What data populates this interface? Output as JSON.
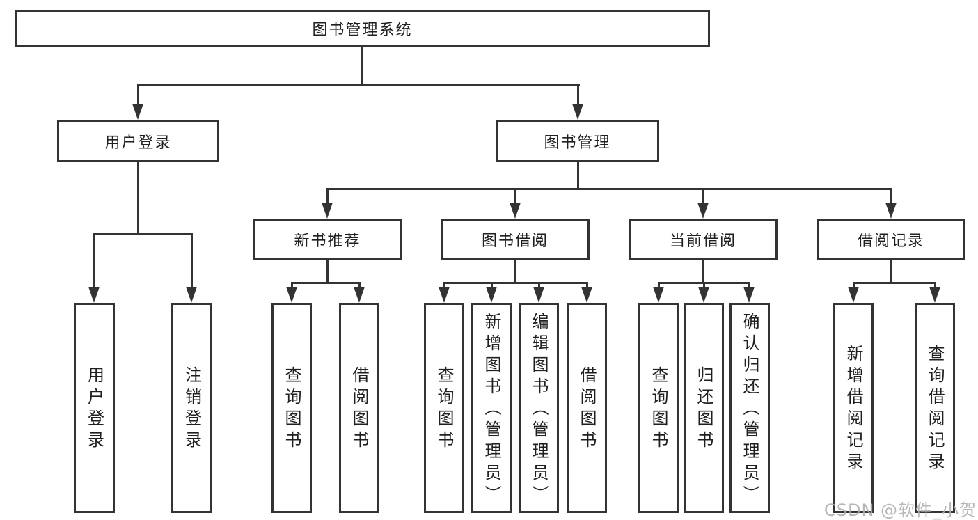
{
  "nodes": {
    "root": "图书管理系统",
    "user_login": "用户登录",
    "book_mgmt": "图书管理",
    "new_book_rec": "新书推荐",
    "book_borrow": "图书借阅",
    "current_borrow": "当前借阅",
    "borrow_records": "借阅记录",
    "leaf_user_login": "用户登录",
    "leaf_logout": "注销登录",
    "leaf_rec_query_books": "查询图书",
    "leaf_rec_borrow_books": "借阅图书",
    "leaf_bb_query_books": "查询图书",
    "leaf_bb_add_books": "新增图书（管理员）",
    "leaf_bb_edit_books": "编辑图书（管理员）",
    "leaf_bb_borrow_books": "借阅图书",
    "leaf_cb_query_books": "查询图书",
    "leaf_cb_return_books": "归还图书",
    "leaf_cb_confirm_return": "确认归还（管理员）",
    "leaf_br_add_record": "新增借阅记录",
    "leaf_br_query_record": "查询借阅记录"
  },
  "watermark": "CSDN @软件_小贺同学",
  "colors": {
    "line": "#333333",
    "text": "#1f1f1f",
    "watermark": "#afafaf",
    "background": "#ffffff"
  }
}
